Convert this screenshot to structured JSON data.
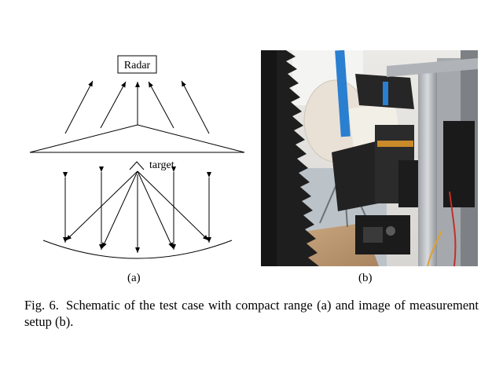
{
  "figure": {
    "panel_a": {
      "label": "(a)",
      "radar_label": "Radar",
      "target_label": "target"
    },
    "panel_b": {
      "label": "(b)"
    },
    "caption": {
      "number": "Fig. 6.",
      "text": "Schematic of the test case with compact range (a) and image of measurement setup (b)."
    }
  },
  "colors": {
    "ink": "#000000",
    "photo_wall": "#e8e6e2",
    "absorber": "#1f1f1f",
    "tape": "#2a7fd0",
    "frame": "#b8bcc0"
  }
}
